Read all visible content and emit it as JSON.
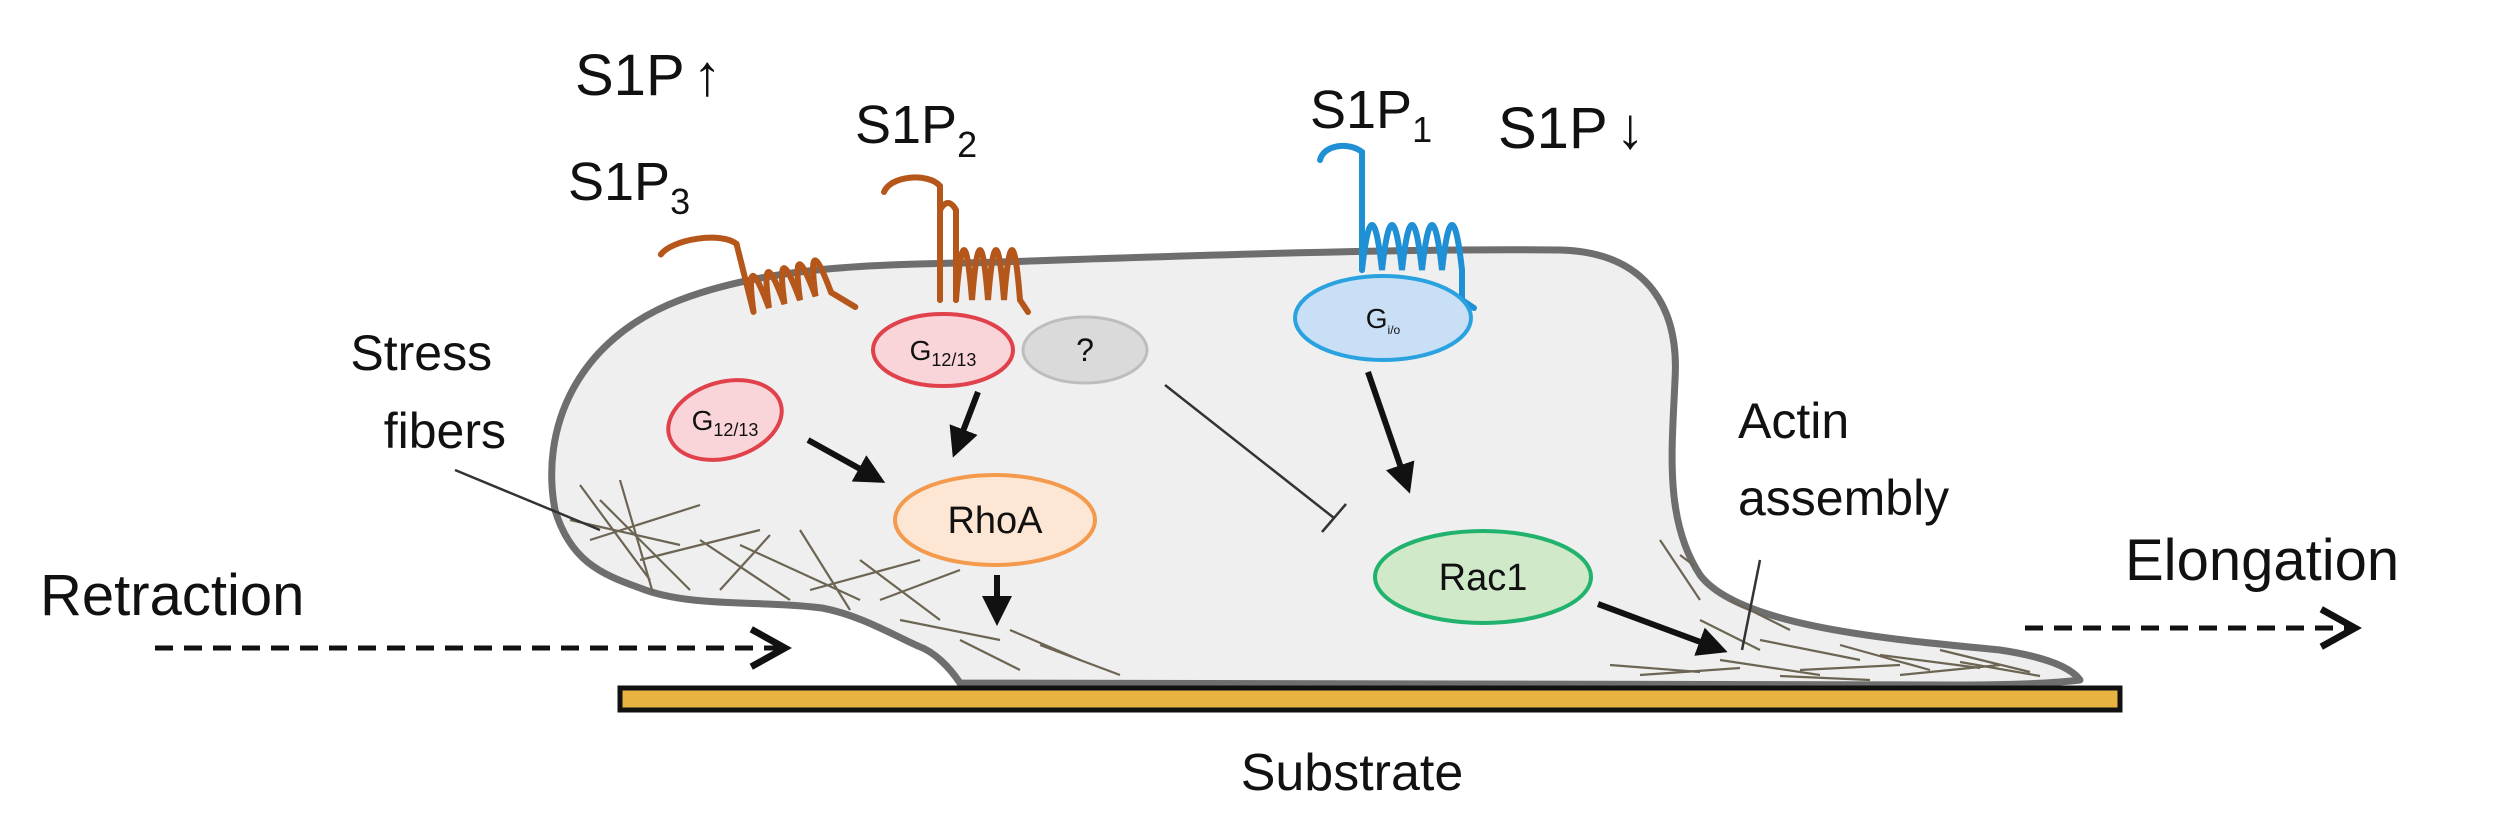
{
  "labels": {
    "s1p_up": {
      "base": "S1P",
      "arrow": "↑"
    },
    "s1p_down": {
      "base": "S1P",
      "arrow": "↓"
    },
    "s1p3": {
      "base": "S1P",
      "sub": "3"
    },
    "s1p2": {
      "base": "S1P",
      "sub": "2"
    },
    "s1p1": {
      "base": "S1P",
      "sub": "1"
    },
    "stress_fibers": [
      "Stress",
      "fibers"
    ],
    "actin_assembly": [
      "Actin",
      "assembly"
    ],
    "retraction": "Retraction",
    "elongation": "Elongation",
    "substrate": "Substrate"
  },
  "nodes": {
    "g1213_left": {
      "base": "G",
      "sub": "12/13"
    },
    "g1213_right": {
      "base": "G",
      "sub": "12/13"
    },
    "unknown": "?",
    "gi": {
      "base": "G",
      "sub": "i/o"
    },
    "rhoa": "RhoA",
    "rac1": "Rac1"
  },
  "colors": {
    "cell_fill": "#efefef",
    "cell_outline": "#6e6e6e",
    "receptor_orange": "#b5561a",
    "receptor_blue": "#1f8fd6",
    "g1213_fill": "#f9d4d8",
    "g1213_stroke": "#e0414b",
    "gi_fill": "#c9dff5",
    "gi_stroke": "#2aa2e0",
    "unknown_fill": "#dadada",
    "unknown_stroke": "#bdbdbd",
    "rhoa_fill": "#fde6d3",
    "rhoa_stroke": "#f39a4c",
    "rac1_fill": "#cfe9c9",
    "rac1_stroke": "#21b36d",
    "substrate_fill": "#e8b341",
    "fiber": "#6d6553"
  }
}
